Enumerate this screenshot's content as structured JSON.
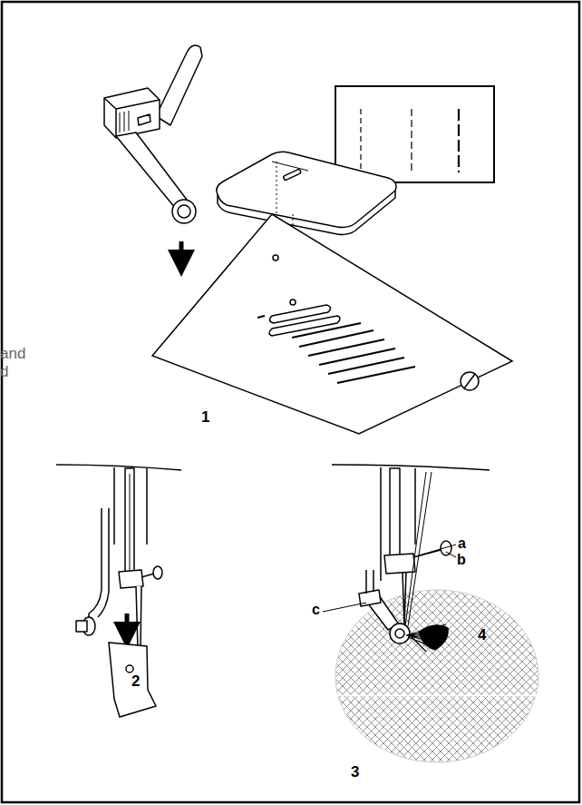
{
  "diagram": {
    "labels": [
      "and",
      "d",
      "1",
      "2",
      "a",
      "b",
      "c",
      "4",
      "3"
    ]
  }
}
